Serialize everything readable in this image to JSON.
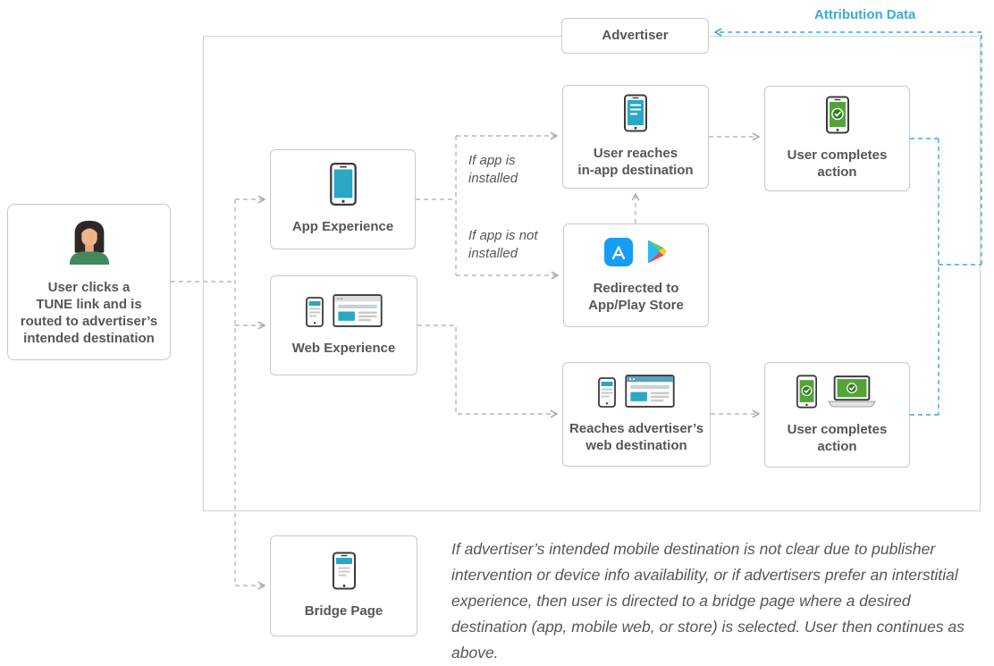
{
  "diagram_title": "TUNE link attribution flow diagram",
  "colors": {
    "accent_blue": "#3fa9d5",
    "screen_teal": "#2aa6c6",
    "action_green": "#54a33a",
    "action_green_dark": "#2d7d1f",
    "appstore_blue": "#169df4",
    "box_border": "#c9c9c9",
    "arrow_gray": "#b9b9b9",
    "text_gray": "#54565a"
  },
  "nodes": {
    "user": {
      "label": "User clicks a\nTUNE link and is\nrouted to advertiser’s\nintended destination"
    },
    "advertiser": {
      "label": "Advertiser"
    },
    "app_experience": {
      "label": "App Experience"
    },
    "web_experience": {
      "label": "Web Experience"
    },
    "in_app_destination": {
      "label": "User reaches\nin-app destination"
    },
    "completes_action_app": {
      "label": "User completes\naction"
    },
    "app_play_store": {
      "label": "Redirected to\nApp/Play Store"
    },
    "web_destination": {
      "label": "Reaches advertiser’s\nweb destination"
    },
    "completes_action_web": {
      "label": "User completes\naction"
    },
    "bridge_page": {
      "label": "Bridge Page"
    }
  },
  "labels": {
    "attribution_data": "Attribution Data",
    "if_app_installed": "If app is\ninstalled",
    "if_app_not_installed": "If app is not\ninstalled",
    "bridge_note": "If advertiser’s intended mobile destination is not clear due to publisher intervention or device info availability, or if advertisers prefer an interstitial experience, then user is directed to a bridge page where a desired destination (app, mobile web, or store) is selected. User then continues as above."
  },
  "icons": {
    "user": "person-avatar-icon",
    "phone": "smartphone-icon",
    "browser": "browser-window-icon",
    "appstore": "app-store-icon",
    "playstore": "play-store-icon",
    "laptop": "laptop-icon",
    "check": "check-circle-icon"
  }
}
